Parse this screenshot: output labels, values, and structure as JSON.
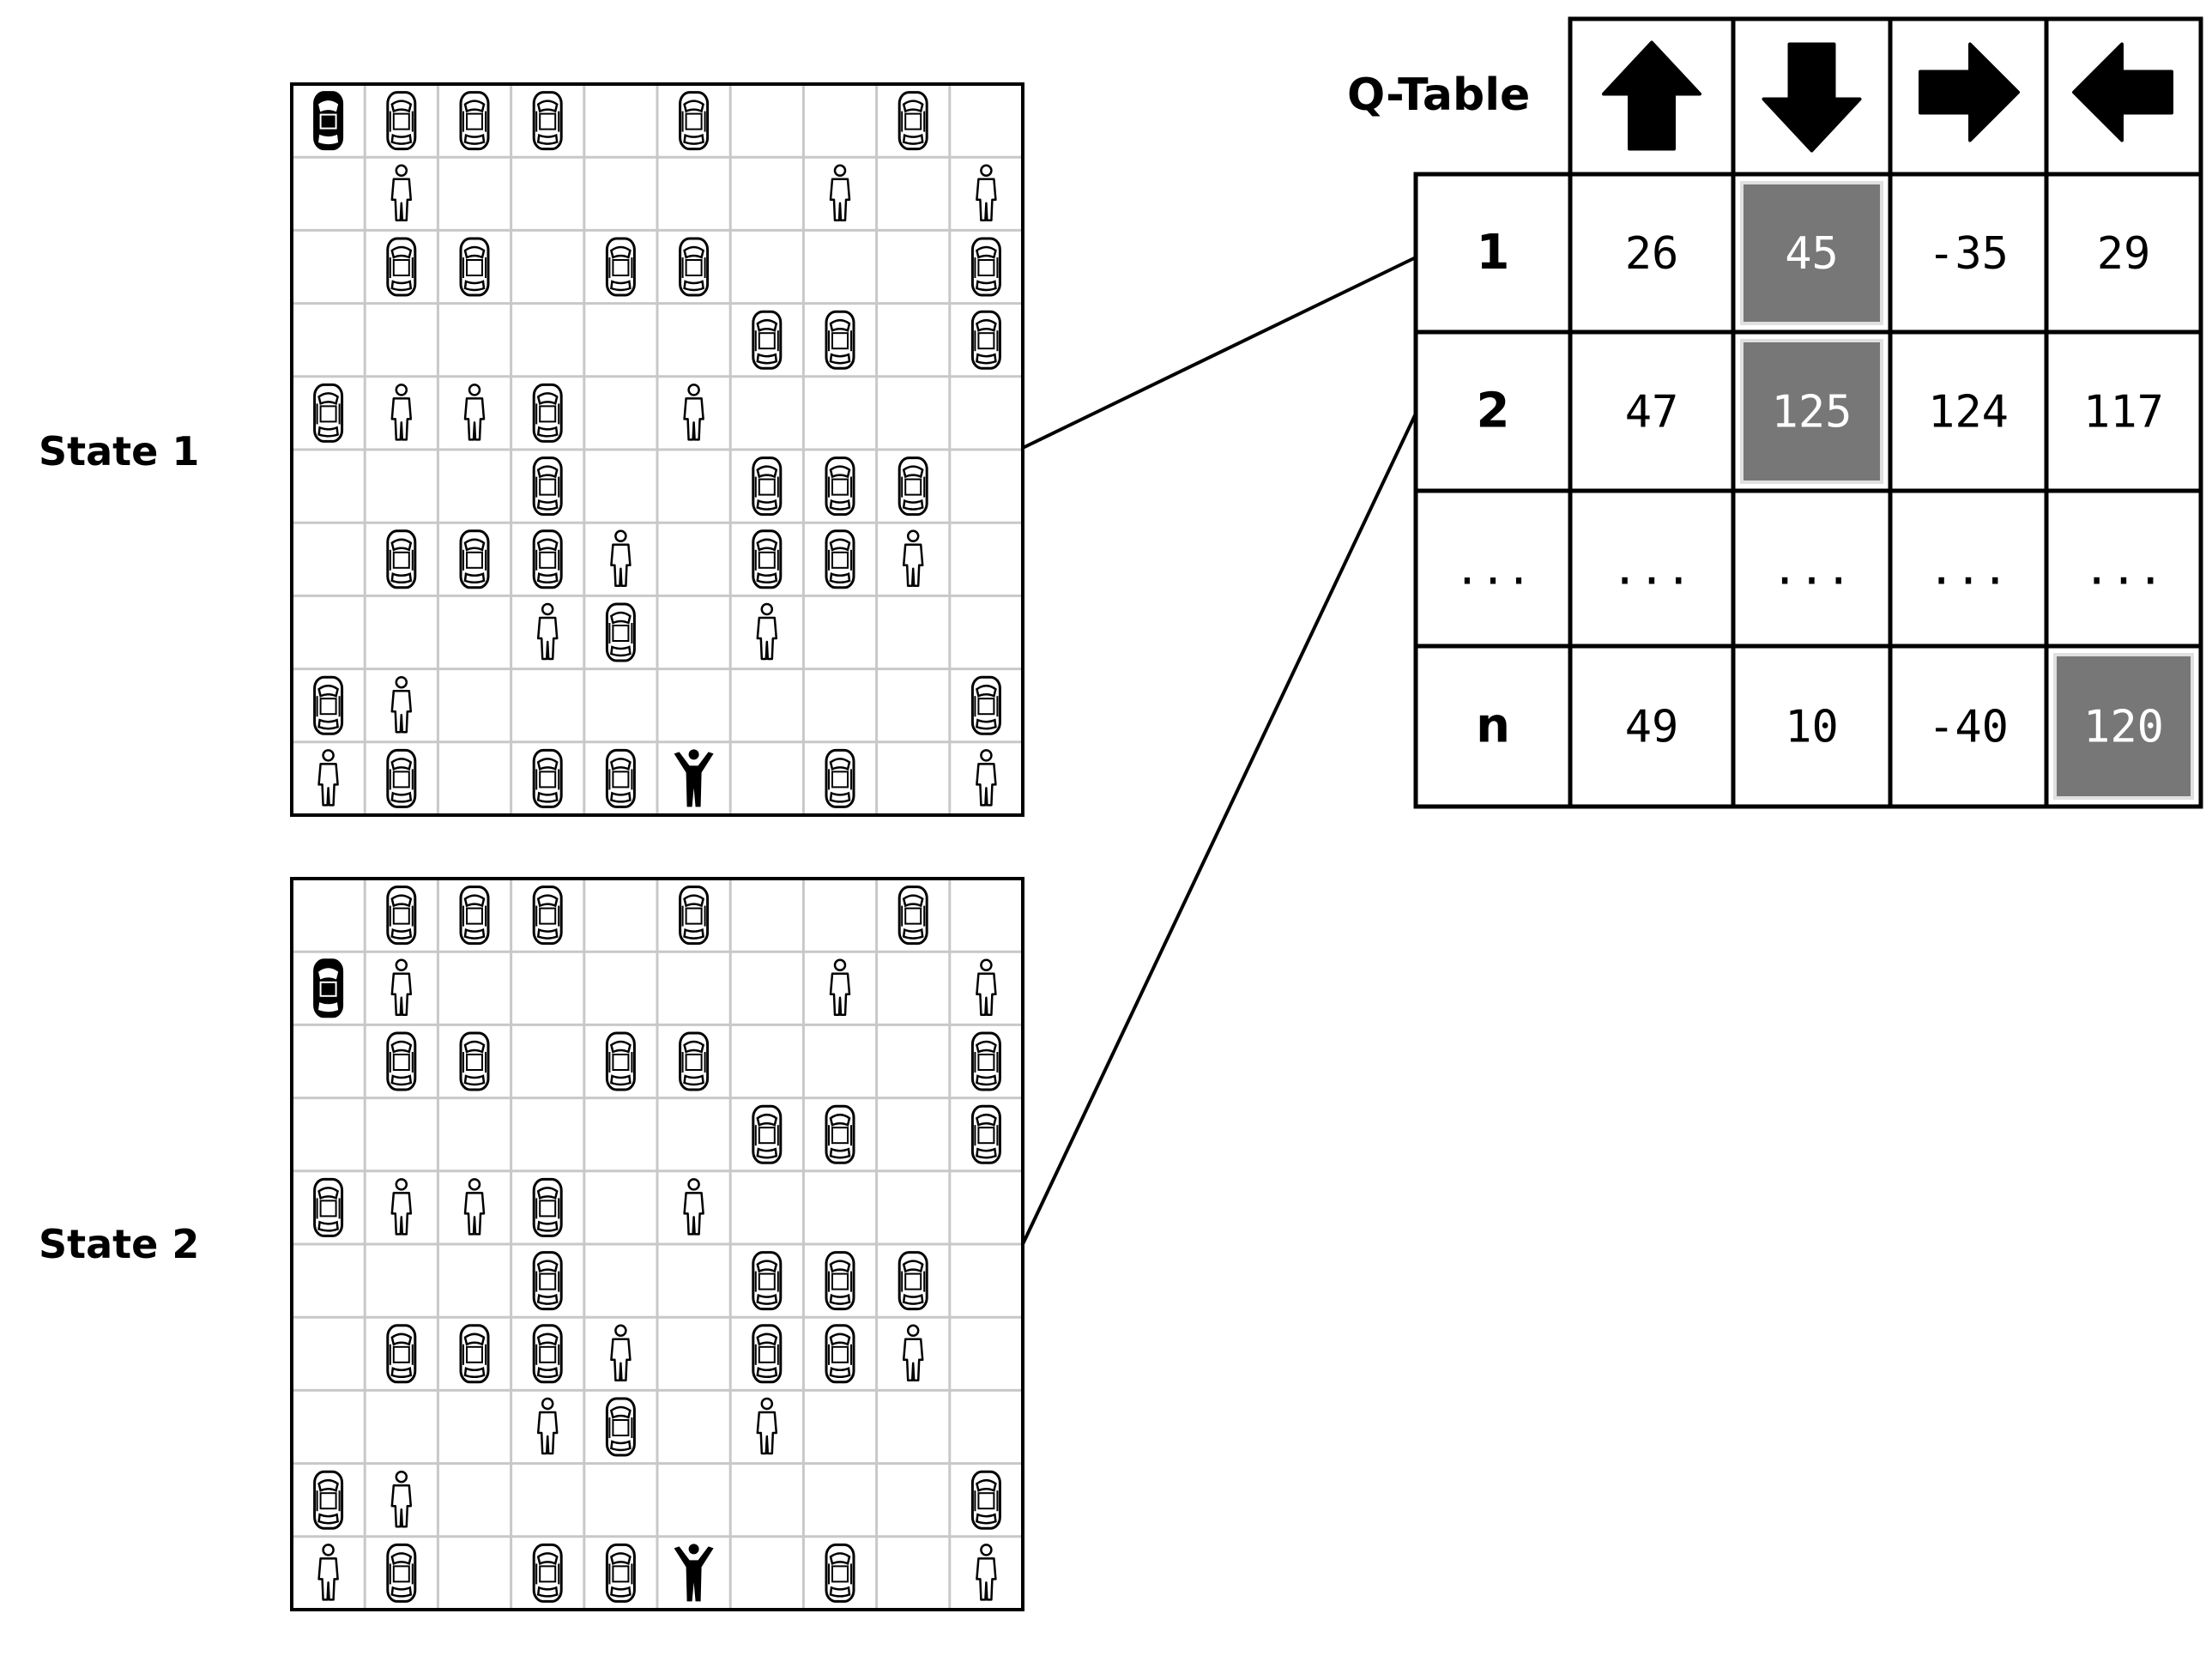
{
  "states": [
    {
      "label": "State 1",
      "grid": [
        "tCCC.C..C.",
        ".P.....P.P",
        ".CC.CC...C",
        "......CC.C",
        "CPPC.P....",
        "...C..CCC.",
        ".CCCP.CCP.",
        "...PC.P...",
        "CP.......C",
        "PC.CCA.C.P"
      ]
    },
    {
      "label": "State 2",
      "grid": [
        ".CCC.C..C.",
        "tP.....P.P",
        ".CC.CC...C",
        "......CC.C",
        "CPPC.P....",
        "...C..CCC.",
        ".CCCP.CCP.",
        "...PC.P...",
        "CP.......C",
        "PC.CCA.C.P"
      ]
    }
  ],
  "grid_legend": {
    "t": "taxi-icon",
    "C": "car-icon",
    "P": "pedestrian-icon",
    "A": "passenger-waving-icon",
    ".": "empty"
  },
  "qtable": {
    "title": "Q-Table",
    "actions": [
      {
        "icon": "arrow-up-icon",
        "dir": "up"
      },
      {
        "icon": "arrow-down-icon",
        "dir": "down"
      },
      {
        "icon": "arrow-right-icon",
        "dir": "right"
      },
      {
        "icon": "arrow-left-icon",
        "dir": "left"
      }
    ],
    "rows": [
      {
        "state": "1",
        "values": [
          "26",
          "45",
          "-35",
          "29"
        ],
        "highlight": 1
      },
      {
        "state": "2",
        "values": [
          "47",
          "125",
          "124",
          "117"
        ],
        "highlight": 1
      },
      {
        "state": "...",
        "values": [
          "...",
          "...",
          "...",
          "..."
        ],
        "highlight": -1
      },
      {
        "state": "n",
        "values": [
          "49",
          "10",
          "-40",
          "120"
        ],
        "highlight": 3
      }
    ],
    "highlight_color": "#777777"
  },
  "connections": [
    {
      "from_state": 0,
      "to_row": 0
    },
    {
      "from_state": 1,
      "to_row": 1
    }
  ]
}
